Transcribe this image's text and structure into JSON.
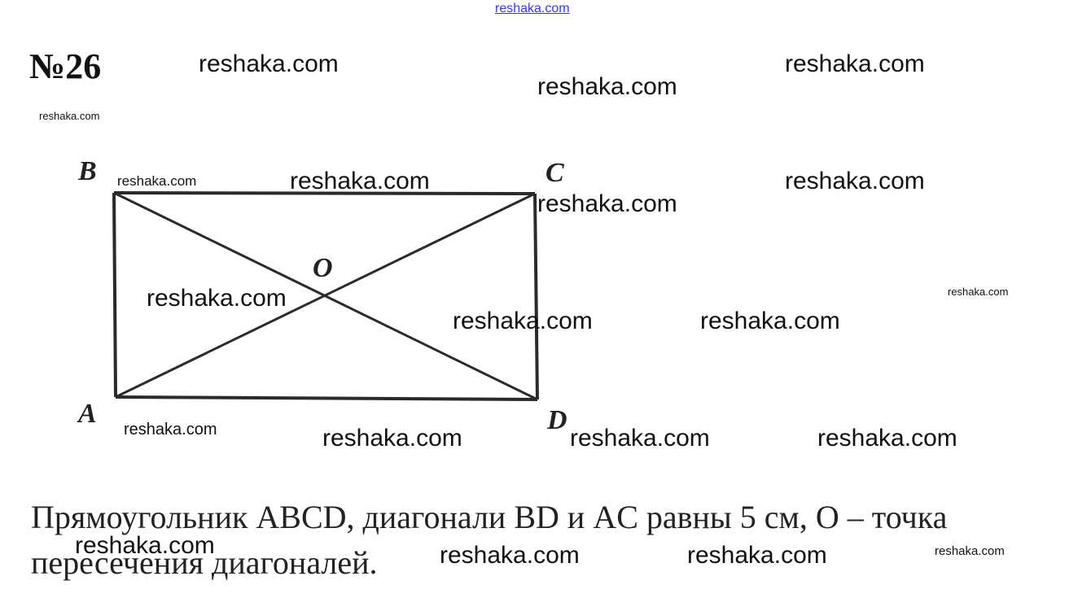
{
  "header_link": "reshaka.com",
  "title": "№26",
  "vertices": {
    "A": "A",
    "B": "B",
    "C": "C",
    "D": "D",
    "O": "O"
  },
  "statement_line1": "Прямоугольник ABCD, диагонали BD и AC равны 5 см, O – точка",
  "statement_line2": "пересечения диагоналей.",
  "watermark_text": "reshaka.com",
  "colors": {
    "line": "#2b2b2b",
    "link": "#3a3ad6",
    "text": "#111111"
  }
}
